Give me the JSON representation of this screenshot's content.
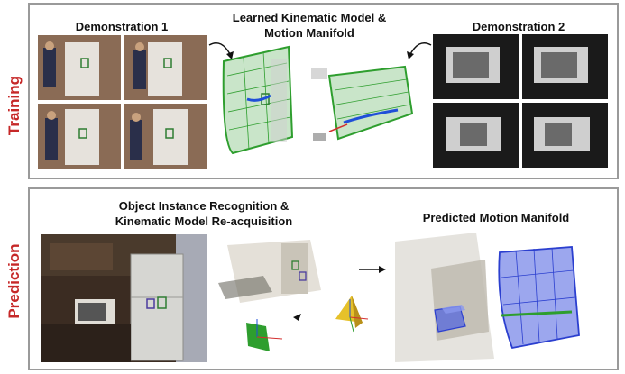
{
  "training": {
    "side_label": "Training",
    "demo1_title": "Demonstration 1",
    "model_title_line1": "Learned Kinematic Model &",
    "model_title_line2": "Motion Manifold",
    "demo2_title": "Demonstration 2"
  },
  "prediction": {
    "side_label": "Prediction",
    "recognition_title_line1": "Object Instance Recognition &",
    "recognition_title_line2": "Kinematic Model Re-acquisition",
    "manifold_title": "Predicted Motion Manifold"
  },
  "colors": {
    "label_red": "#c62828",
    "panel_border": "#9a9a9a",
    "manifold_green": "#2e9e2e",
    "manifold_blue": "#2b3fcf",
    "axis_blue": "#1f4fd8"
  }
}
